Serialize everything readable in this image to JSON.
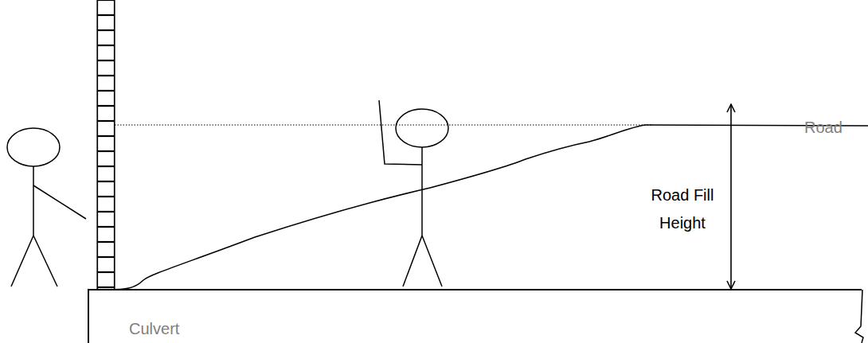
{
  "diagram": {
    "nodes": [
      {
        "text": [
          "Culvert"
        ]
      }
    ],
    "labels": [
      "Road",
      "Road Fill Height"
    ]
  }
}
